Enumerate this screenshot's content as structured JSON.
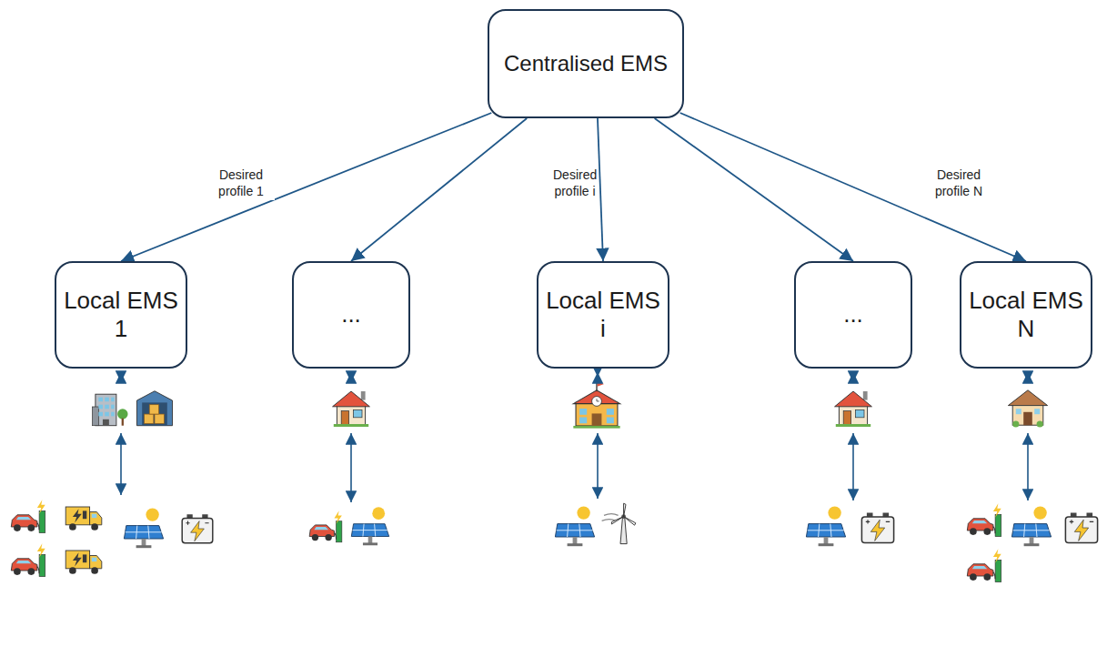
{
  "diagram": {
    "nodes": [
      {
        "text": [
          "Centralised EMS"
        ]
      },
      {
        "text": [
          "Local EMS 1"
        ]
      },
      {
        "text": [
          "..."
        ]
      },
      {
        "text": [
          "Local EMS i"
        ]
      },
      {
        "text": [
          "..."
        ]
      },
      {
        "text": [
          "Local EMS N"
        ]
      }
    ],
    "edges": [
      {
        "from": 0,
        "to": 1,
        "arrow": "to",
        "label": "Desired profile 1"
      },
      {
        "from": 0,
        "to": 2,
        "arrow": "to"
      },
      {
        "from": 0,
        "to": 3,
        "arrow": "to",
        "label": "Desired profile i"
      },
      {
        "from": 0,
        "to": 4,
        "arrow": "to"
      },
      {
        "from": 0,
        "to": 5,
        "arrow": "to",
        "label": "Desired profile N"
      }
    ]
  }
}
